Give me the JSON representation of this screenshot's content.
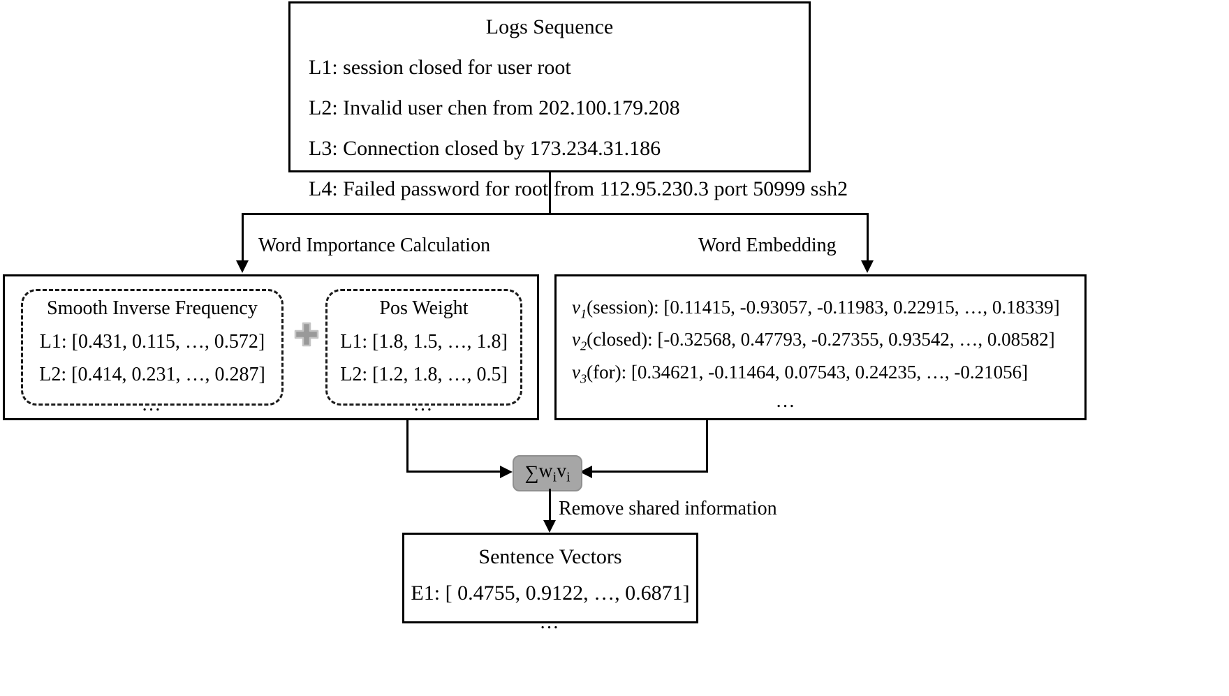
{
  "diagram": {
    "logs_box": {
      "title": "Logs Sequence",
      "lines": [
        "L1: session closed for user root",
        "L2: Invalid user chen from 202.100.179.208",
        "L3: Connection closed by 173.234.31.186",
        "L4: Failed password for root from 112.95.230.3 port 50999 ssh2"
      ]
    },
    "edges": {
      "word_importance": "Word Importance Calculation",
      "word_embedding": "Word Embedding",
      "remove_shared": "Remove shared information"
    },
    "word_importance_box": {
      "sif": {
        "title": "Smooth Inverse Frequency",
        "lines": [
          "L1: [0.431, 0.115, …, 0.572]",
          "L2: [0.414, 0.231, …, 0.287]"
        ],
        "ellipsis": "…"
      },
      "plus_symbol": "+",
      "pos_weight": {
        "title": "Pos Weight",
        "lines": [
          "L1: [1.8, 1.5, …, 1.8]",
          "L2: [1.2, 1.8, …, 0.5]"
        ],
        "ellipsis": "…"
      }
    },
    "word_embedding_box": {
      "rows": [
        {
          "sym": "v",
          "sub": "1",
          "word": "(session): ",
          "values": "[0.11415, -0.93057, -0.11983, 0.22915, …, 0.18339]"
        },
        {
          "sym": "v",
          "sub": "2",
          "word": "(closed): ",
          "values": "[-0.32568, 0.47793, -0.27355, 0.93542, …, 0.08582]"
        },
        {
          "sym": "v",
          "sub": "3",
          "word": "(for): ",
          "values": "[0.34621, -0.11464, 0.07543, 0.24235, …, -0.21056]"
        }
      ],
      "ellipsis": "…"
    },
    "sum_node": {
      "sigma": "∑",
      "w": "w",
      "w_sub": "i",
      "v": "v",
      "v_sub": "i"
    },
    "sentence_vectors_box": {
      "title": "Sentence Vectors",
      "lines": [
        "E1: [ 0.4755, 0.9122, …,   0.6871]"
      ],
      "ellipsis": "…"
    },
    "colors": {
      "stroke": "#000000",
      "plus_fill": "#999999",
      "plus_border": "#bfbfbf",
      "sum_fill": "#a6a6a6",
      "sum_border": "#8f8f8f",
      "background": "#ffffff"
    }
  }
}
